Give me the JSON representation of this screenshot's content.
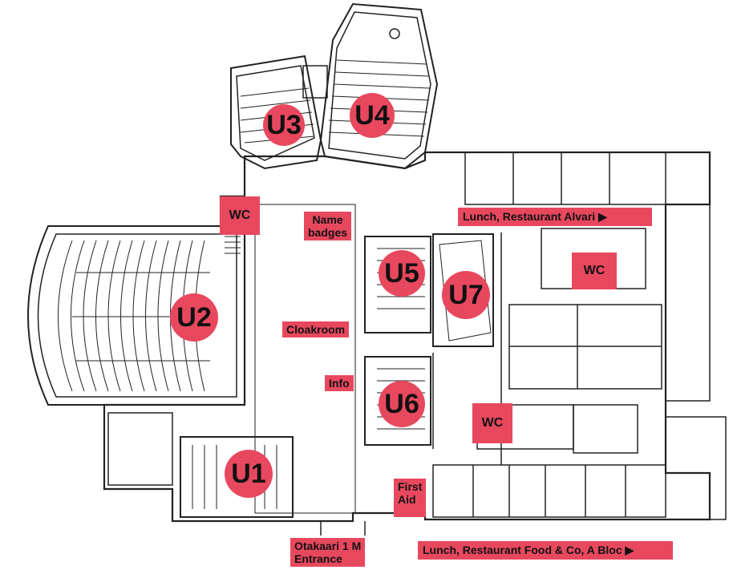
{
  "rooms": {
    "u1": "U1",
    "u2": "U2",
    "u3": "U3",
    "u4": "U4",
    "u5": "U5",
    "u6": "U6",
    "u7": "U7"
  },
  "wc": {
    "wc_north": "WC",
    "wc_east": "WC",
    "wc_south": "WC"
  },
  "labels": {
    "name_badges_line1": "Name",
    "name_badges_line2": "badges",
    "cloakroom": "Cloakroom",
    "info": "Info",
    "first_aid_line1": "First",
    "first_aid_line2": "Aid",
    "entrance_line1": "Otakaari 1 M",
    "entrance_line2": "Entrance",
    "lunch_alvari": "Lunch, Restaurant Alvari ▶",
    "lunch_foodco": "Lunch, Restaurant Food & Co, A Bloc ▶"
  },
  "colors": {
    "marker": "#e8485e",
    "walls": "#222222",
    "background": "#ffffff"
  }
}
